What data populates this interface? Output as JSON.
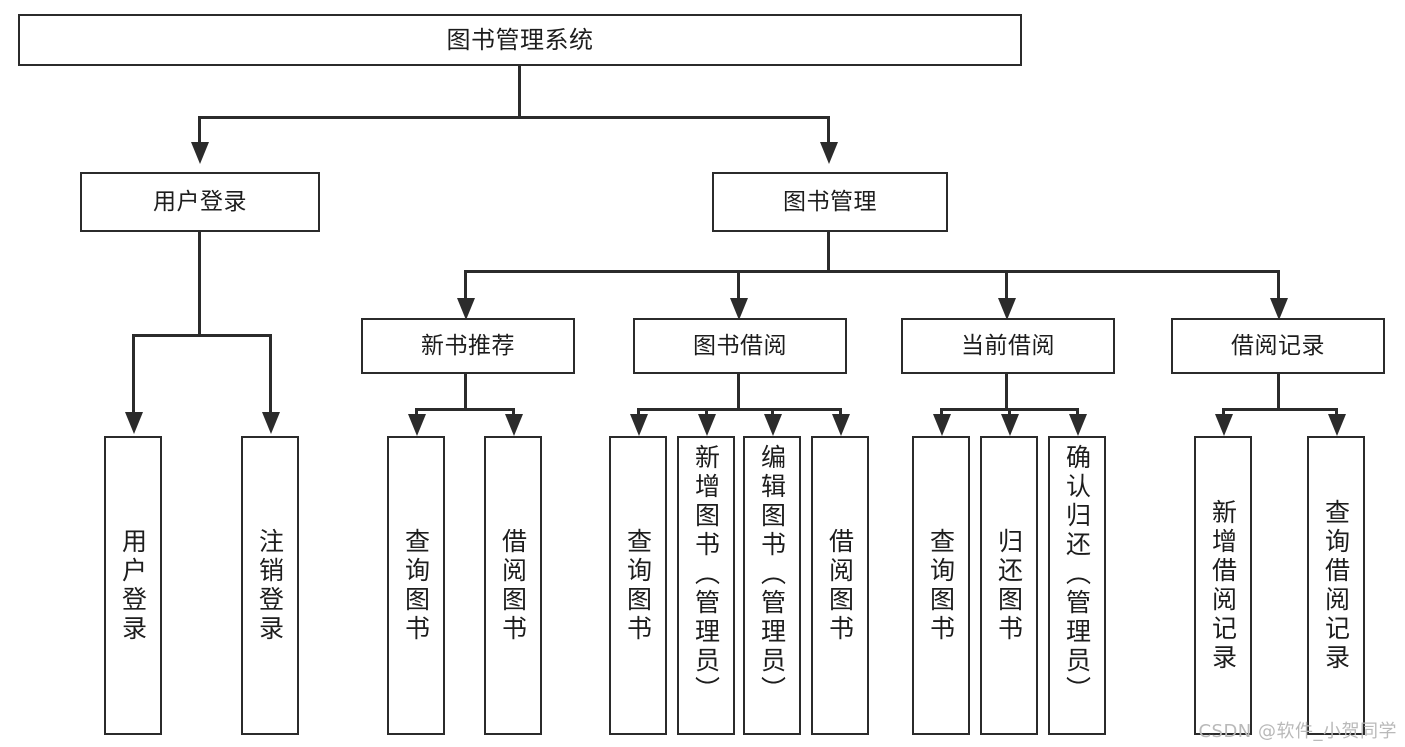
{
  "diagram": {
    "title": "图书管理系统",
    "type": "tree",
    "watermark": "CSDN @软件_小贺同学",
    "accent_color": "#2b2b2b",
    "background_color": "#ffffff",
    "watermark_color": "#b9b9b9"
  },
  "nodes": {
    "root": {
      "label": "图书管理系统",
      "level": 0
    },
    "level2": [
      {
        "id": "user-login",
        "label": "用户登录",
        "level": 1
      },
      {
        "id": "book-manage",
        "label": "图书管理",
        "level": 1
      }
    ],
    "level3": [
      {
        "id": "new-book-recommend",
        "label": "新书推荐",
        "level": 2,
        "parent": "book-manage"
      },
      {
        "id": "book-borrow",
        "label": "图书借阅",
        "level": 2,
        "parent": "book-manage"
      },
      {
        "id": "current-borrow",
        "label": "当前借阅",
        "level": 2,
        "parent": "book-manage"
      },
      {
        "id": "borrow-record",
        "label": "借阅记录",
        "level": 2,
        "parent": "book-manage"
      }
    ],
    "leaves": [
      {
        "id": "leaf-user-login",
        "label": "用户登录",
        "parent": "user-login"
      },
      {
        "id": "leaf-user-logout",
        "label": "注销登录",
        "parent": "user-login"
      },
      {
        "id": "leaf-query-book-1",
        "label": "查询图书",
        "parent": "new-book-recommend"
      },
      {
        "id": "leaf-borrow-book-1",
        "label": "借阅图书",
        "parent": "new-book-recommend"
      },
      {
        "id": "leaf-query-book-2",
        "label": "查询图书",
        "parent": "book-borrow"
      },
      {
        "id": "leaf-add-book",
        "label": "新增图书（管理员）",
        "parent": "book-borrow"
      },
      {
        "id": "leaf-edit-book",
        "label": "编辑图书（管理员）",
        "parent": "book-borrow"
      },
      {
        "id": "leaf-borrow-book-2",
        "label": "借阅图书",
        "parent": "book-borrow"
      },
      {
        "id": "leaf-query-book-3",
        "label": "查询图书",
        "parent": "current-borrow"
      },
      {
        "id": "leaf-return-book",
        "label": "归还图书",
        "parent": "current-borrow"
      },
      {
        "id": "leaf-confirm-return",
        "label": "确认归还（管理员）",
        "parent": "current-borrow"
      },
      {
        "id": "leaf-add-record",
        "label": "新增借阅记录",
        "parent": "borrow-record"
      },
      {
        "id": "leaf-query-record",
        "label": "查询借阅记录",
        "parent": "borrow-record"
      }
    ]
  }
}
